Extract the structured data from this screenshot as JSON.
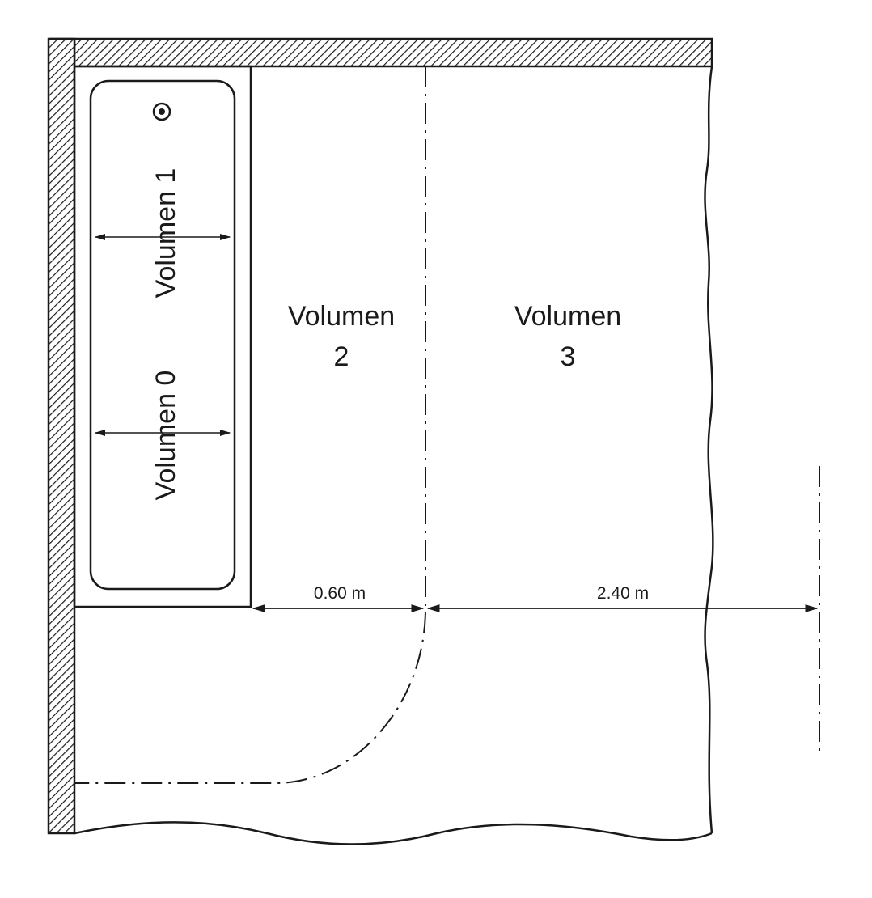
{
  "zones": {
    "zone_1": "Volumen 1",
    "zone_0": "Volumen 0",
    "zone_2_line1": "Volumen",
    "zone_2_line2": "2",
    "zone_3_line1": "Volumen",
    "zone_3_line2": "3"
  },
  "dimensions": {
    "zone_2_width": "0.60 m",
    "zone_3_width": "2.40 m"
  },
  "icons": {
    "shower_head": "shower-head-icon"
  },
  "colors": {
    "line": "#1a1a1a",
    "background": "#ffffff"
  }
}
